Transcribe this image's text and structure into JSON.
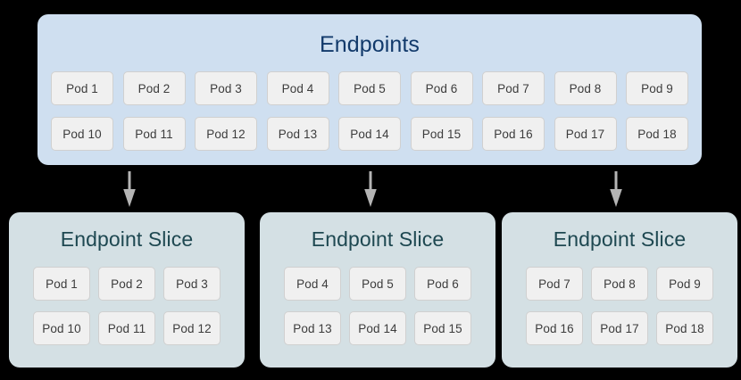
{
  "diagram": {
    "type": "kubernetes-endpointslice-diagram",
    "background_color": "#000000",
    "source_panel": {
      "title": "Endpoints",
      "title_color": "#123a6b",
      "background_color": "#cfdff0",
      "rows": [
        [
          "Pod 1",
          "Pod 2",
          "Pod 3",
          "Pod 4",
          "Pod 5",
          "Pod 6",
          "Pod 7",
          "Pod 8",
          "Pod 9"
        ],
        [
          "Pod 10",
          "Pod 11",
          "Pod 12",
          "Pod 13",
          "Pod 14",
          "Pod 15",
          "Pod 16",
          "Pod 17",
          "Pod 18"
        ]
      ]
    },
    "arrows": [
      {
        "name": "arrow-to-slice-1",
        "direction": "down",
        "color": "#b4b4b4"
      },
      {
        "name": "arrow-to-slice-2",
        "direction": "down",
        "color": "#b4b4b4"
      },
      {
        "name": "arrow-to-slice-3",
        "direction": "down",
        "color": "#b4b4b4"
      }
    ],
    "slices": [
      {
        "title": "Endpoint Slice",
        "title_color": "#1e4851",
        "background_color": "#d4e0e4",
        "rows": [
          [
            "Pod 1",
            "Pod 2",
            "Pod 3"
          ],
          [
            "Pod 10",
            "Pod 11",
            "Pod 12"
          ]
        ]
      },
      {
        "title": "Endpoint Slice",
        "title_color": "#1e4851",
        "background_color": "#d4e0e4",
        "rows": [
          [
            "Pod 4",
            "Pod 5",
            "Pod 6"
          ],
          [
            "Pod 13",
            "Pod 14",
            "Pod 15"
          ]
        ]
      },
      {
        "title": "Endpoint Slice",
        "title_color": "#1e4851",
        "background_color": "#d4e0e4",
        "rows": [
          [
            "Pod 7",
            "Pod 8",
            "Pod 9"
          ],
          [
            "Pod 16",
            "Pod 17",
            "Pod 18"
          ]
        ]
      }
    ],
    "chip_style": {
      "background_color": "#f0f0f0",
      "border_color": "#d0d0d0",
      "text_color": "#3c3c3c"
    }
  }
}
